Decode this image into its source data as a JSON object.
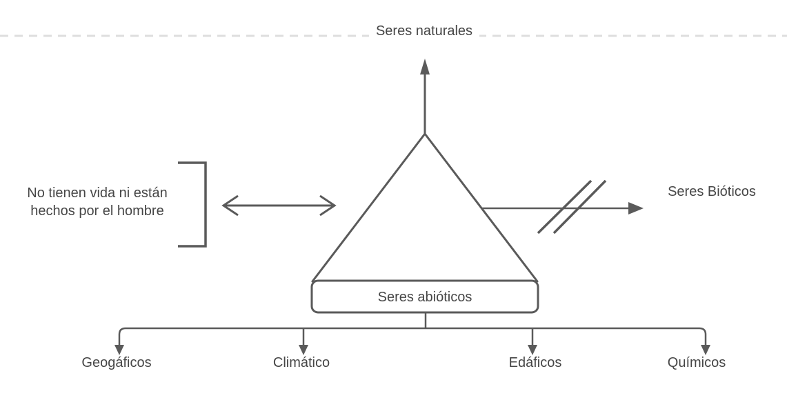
{
  "diagram": {
    "title": "Seres naturales",
    "left_note": {
      "line1": "No tienen vida ni están",
      "line2": "hechos por el hombre"
    },
    "abiotic_box_label": "Seres abióticos",
    "biotic_label": "Seres Bióticos",
    "bottom_items": [
      "Geogáficos",
      "Climático",
      "Edáficos",
      "Químicos"
    ],
    "colors": {
      "line": "#5a5a5a",
      "text": "#464646",
      "dashed_line": "#dedede",
      "background": "#ffffff"
    }
  }
}
